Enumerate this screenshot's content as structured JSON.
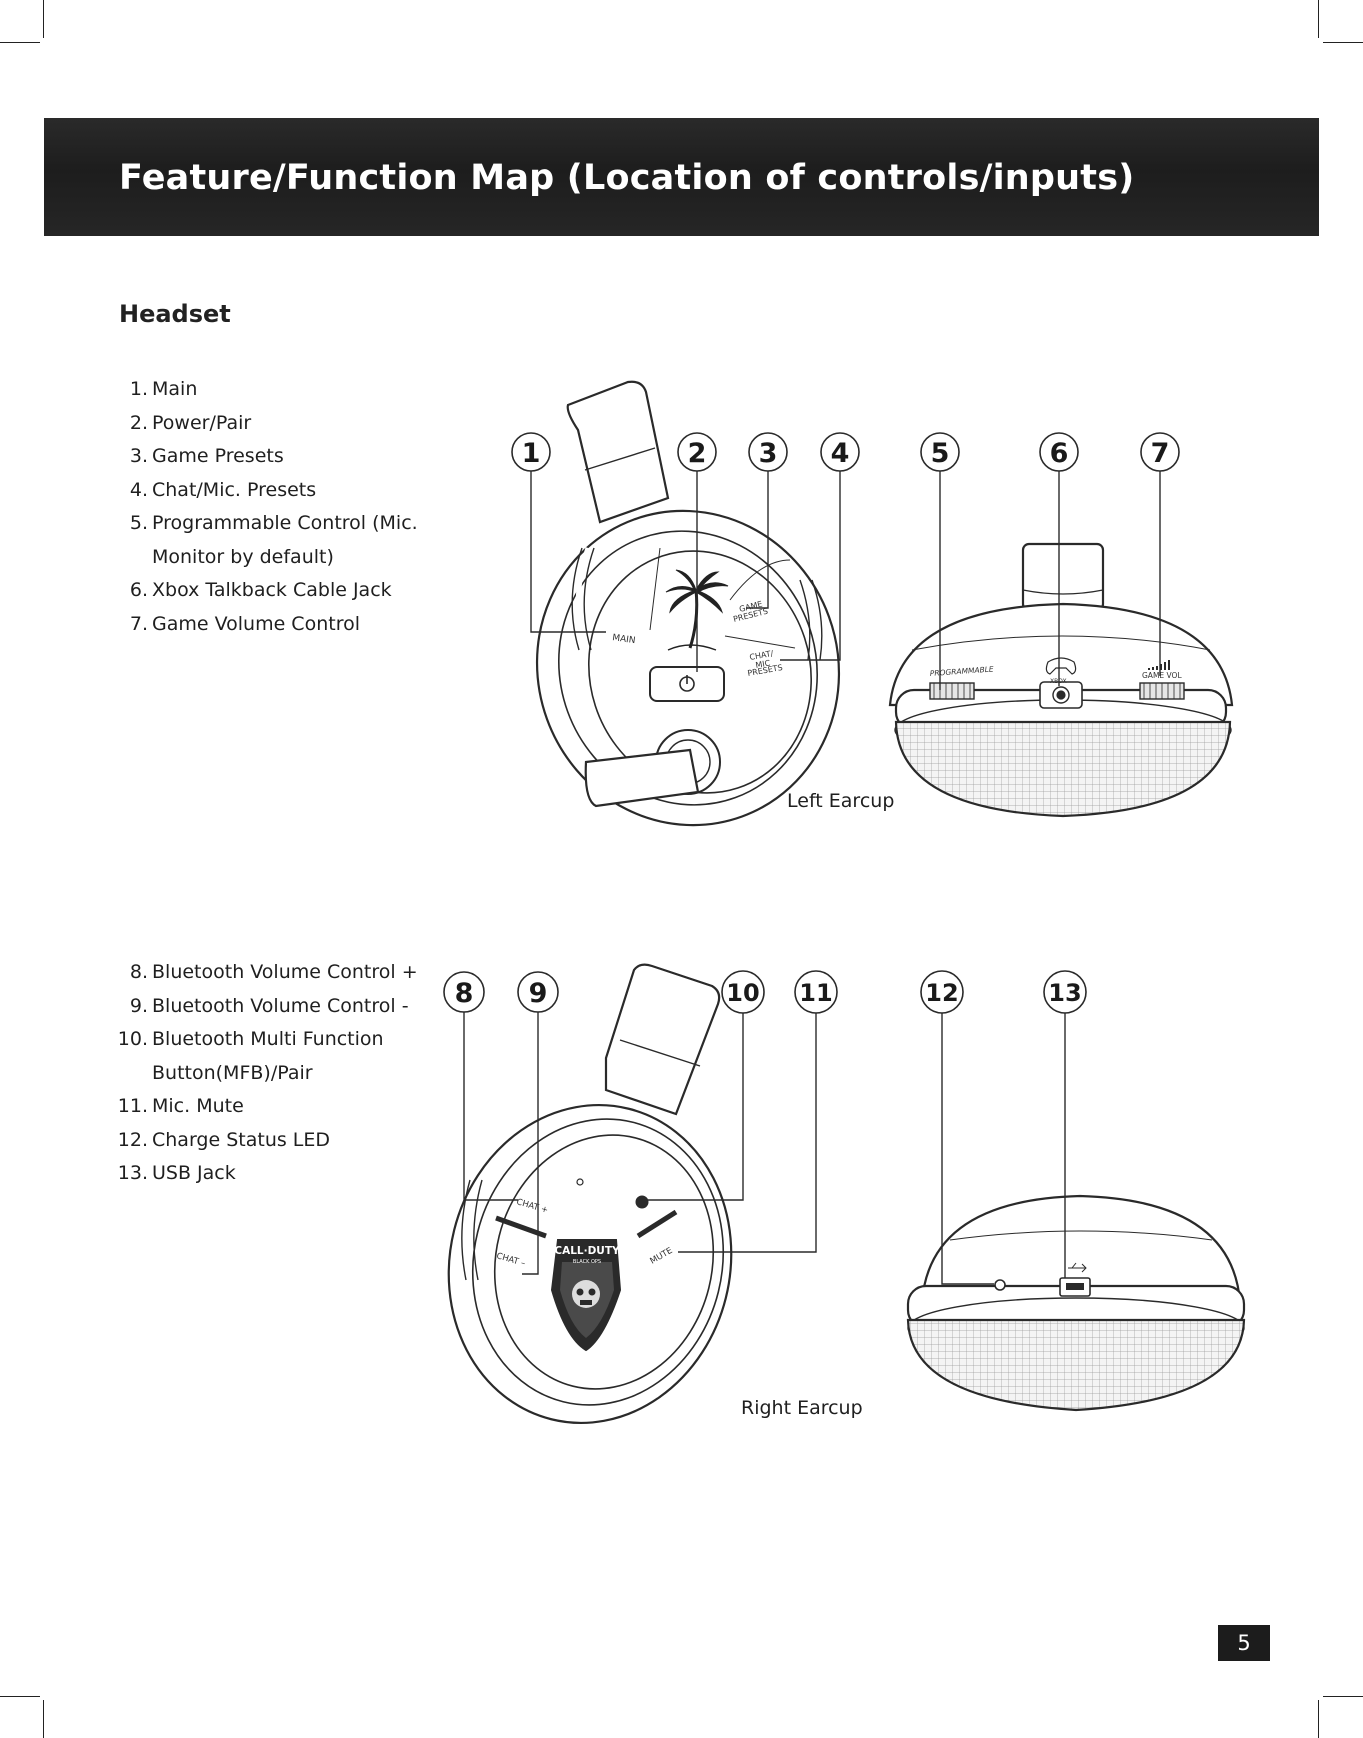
{
  "header": {
    "title": "Feature/Function Map (Location of controls/inputs)"
  },
  "section": {
    "heading": "Headset"
  },
  "left_earcup": {
    "caption": "Left Earcup",
    "legend": [
      {
        "num": "1.",
        "text": "Main"
      },
      {
        "num": "2.",
        "text": "Power/Pair"
      },
      {
        "num": "3.",
        "text": "Game Presets"
      },
      {
        "num": "4.",
        "text": "Chat/Mic. Presets"
      },
      {
        "num": "5.",
        "text": "Programmable Control (Mic.",
        "cont": "Monitor by default)"
      },
      {
        "num": "6.",
        "text": "Xbox Talkback Cable Jack"
      },
      {
        "num": "7.",
        "text": "Game Volume Control"
      }
    ],
    "callouts": [
      "1",
      "2",
      "3",
      "4",
      "5",
      "6",
      "7"
    ],
    "labels": {
      "main": "MAIN",
      "game_presets": [
        "GAME",
        "PRESETS"
      ],
      "chat_mic_presets": [
        "CHAT/",
        "MIC",
        "PRESETS"
      ],
      "programmable": "PROGRAMMABLE",
      "game_vol": "GAME VOL",
      "xbox": "XBOX"
    }
  },
  "right_earcup": {
    "caption": "Right Earcup",
    "legend": [
      {
        "num": "8.",
        "text": "Bluetooth Volume Control +"
      },
      {
        "num": "9.",
        "text": "Bluetooth Volume Control -"
      },
      {
        "num": "10.",
        "text": "Bluetooth Multi Function",
        "cont": "Button(MFB)/Pair"
      },
      {
        "num": "11.",
        "text": "Mic. Mute"
      },
      {
        "num": "12.",
        "text": "Charge Status LED"
      },
      {
        "num": "13.",
        "text": "USB Jack"
      }
    ],
    "callouts": [
      "8",
      "9",
      "10",
      "11",
      "12",
      "13"
    ],
    "labels": {
      "chat_plus": "CHAT +",
      "chat_minus": "CHAT –",
      "mute": "MUTE",
      "logo_line1": "CALL·DUTY",
      "logo_line2": "BLACK OPS"
    }
  },
  "footer": {
    "page_number": "5"
  }
}
